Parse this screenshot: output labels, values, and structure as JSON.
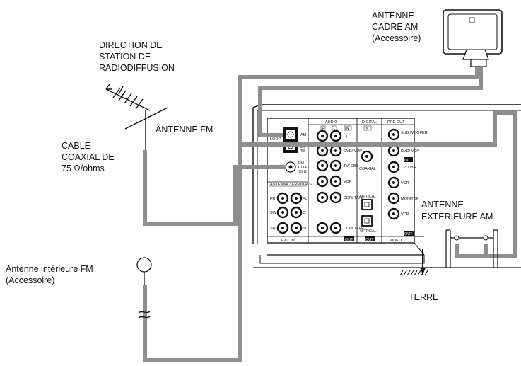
{
  "labels": {
    "am_loop_antenna": [
      "ANTENNE-",
      "CADRE AM",
      "(Accessoire)"
    ],
    "broadcast_direction": [
      "DIRECTION DE",
      "STATION DE",
      "RADIODIFFUSION"
    ],
    "fm_antenna": "ANTENNE FM",
    "coax_cable": [
      "CABLE",
      "COAXIAL DE",
      "75 Ω/ohms"
    ],
    "outdoor_am_antenna": [
      "ANTENNE",
      "EXTERIEURE AM"
    ],
    "indoor_fm_antenna": [
      "Antenne intérieure FM",
      "(Accessoire)"
    ],
    "ground": "TERRE"
  },
  "panel": {
    "audio_header": "AUDIO",
    "digital_header": "DIGITAL",
    "preout_header": "PRE OUT",
    "in_tag": "IN",
    "out_tag": "OUT",
    "ch_l": "L",
    "ch_r": "R",
    "am": "AM",
    "loop_ant": [
      "LOOP",
      "ANT"
    ],
    "fm_coax": [
      "FM",
      "COAX.",
      "75 Ω"
    ],
    "antenna_terminals": "ANTENNA TERMINALS",
    "ext_in": "EXT. IN",
    "ext_in_jacks": [
      "FR",
      "FL",
      "SW",
      "C",
      "SR",
      "SL"
    ],
    "audio_inputs": [
      "CD",
      "DVD/ VDP",
      "TV/ DBS",
      "VCR",
      "CDR/ TAPE",
      "CDR/ TAPE"
    ],
    "coaxial": "COAXIAL",
    "optical": "OPTICAL",
    "preout_jacks": [
      "SUB WOOFER",
      "DVD/ VDP",
      "TV/ DBS",
      "VCR",
      "MONITOR",
      "VCR"
    ],
    "video": "VIDEO"
  }
}
